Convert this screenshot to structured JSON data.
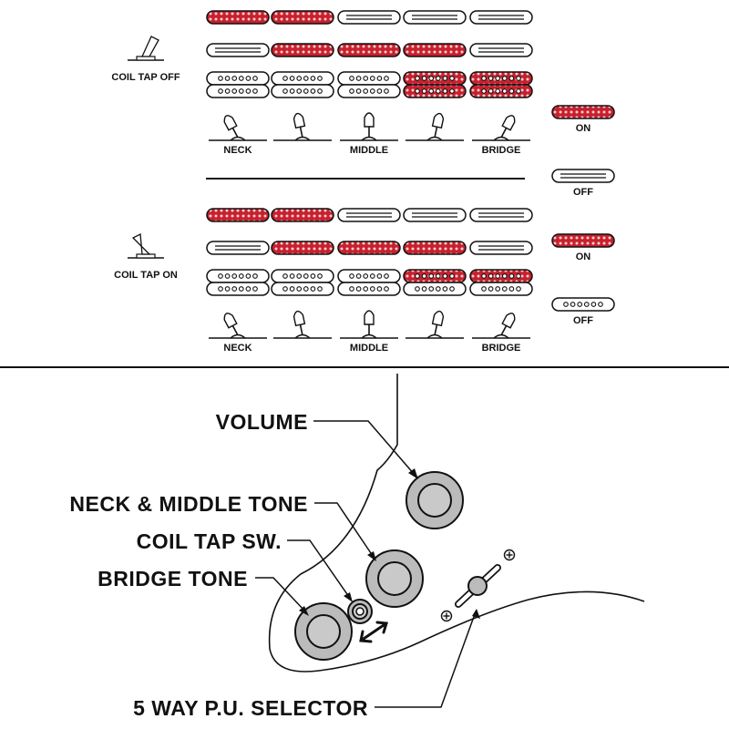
{
  "switch_chart": {
    "sections": [
      {
        "mode_label": "COIL TAP OFF",
        "position_labels": [
          "NECK",
          "",
          "MIDDLE",
          "",
          "BRIDGE"
        ],
        "columns": [
          [
            "on",
            "off",
            "off-hum"
          ],
          [
            "on",
            "on",
            "off-hum"
          ],
          [
            "off",
            "on",
            "off-hum"
          ],
          [
            "off",
            "on",
            "on-hum"
          ],
          [
            "off",
            "off",
            "on-hum"
          ]
        ]
      },
      {
        "mode_label": "COIL TAP ON",
        "position_labels": [
          "NECK",
          "",
          "MIDDLE",
          "",
          "BRIDGE"
        ],
        "columns": [
          [
            "on",
            "off",
            "off-hum"
          ],
          [
            "on",
            "on",
            "off-hum"
          ],
          [
            "off",
            "on",
            "off-hum"
          ],
          [
            "off",
            "on",
            "half-hum"
          ],
          [
            "off",
            "off",
            "half-hum"
          ]
        ]
      }
    ],
    "legend": [
      {
        "type": "on",
        "label": "ON"
      },
      {
        "type": "off",
        "label": "OFF"
      },
      {
        "type": "on",
        "label": "ON"
      },
      {
        "type": "dots",
        "label": "OFF"
      }
    ]
  },
  "controls": {
    "volume": "VOLUME",
    "neck_middle_tone": "NECK & MIDDLE TONE",
    "coil_tap": "COIL TAP SW.",
    "bridge_tone": "BRIDGE TONE",
    "selector": "5 WAY P.U. SELECTOR"
  },
  "colors": {
    "active_pickup": "#c8202e",
    "ink": "#111111",
    "knob_fill": "#b8b8b8"
  }
}
